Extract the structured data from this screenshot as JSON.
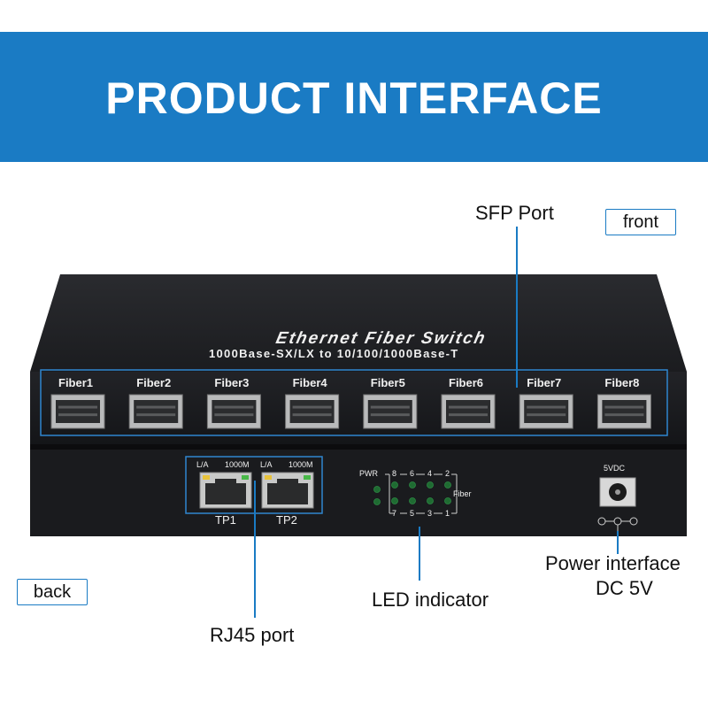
{
  "banner": {
    "title": "PRODUCT INTERFACE"
  },
  "tags": {
    "front": "front",
    "back": "back"
  },
  "callouts": {
    "sfp_port": "SFP Port",
    "led_indicator": "LED indicator",
    "rj45_port": "RJ45 port",
    "power_line1": "Power interface",
    "power_line2": "DC 5V"
  },
  "device": {
    "model_title": "Ethernet Fiber Switch",
    "model_subtitle": "1000Base-SX/LX to 10/100/1000Base-T",
    "fiber_ports": [
      "Fiber1",
      "Fiber2",
      "Fiber3",
      "Fiber4",
      "Fiber5",
      "Fiber6",
      "Fiber7",
      "Fiber8"
    ],
    "rj45": {
      "la_label": "L/A",
      "speed_label": "1000M",
      "ports": [
        "TP1",
        "TP2"
      ]
    },
    "led_panel": {
      "pwr": "PWR",
      "top_row": [
        "8",
        "6",
        "4",
        "2"
      ],
      "bottom_row": [
        "7",
        "5",
        "3",
        "1"
      ],
      "fiber": "Fiber"
    },
    "power": {
      "label": "5VDC"
    }
  },
  "colors": {
    "banner": "#1a7bc4",
    "callout_line": "#1a7bc4",
    "chassis": "#1c1d20"
  }
}
